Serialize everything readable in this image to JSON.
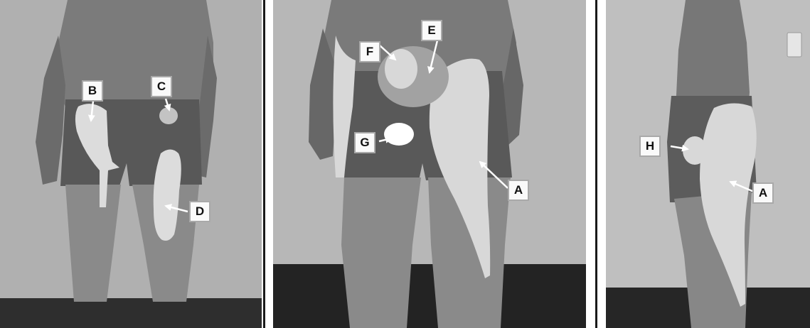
{
  "labels": {
    "a_back": "A",
    "a_side": "A",
    "b": "B",
    "c": "C",
    "d": "D",
    "e": "E",
    "f": "F",
    "g": "G",
    "h": "H"
  },
  "colors": {
    "region_light": "#dcdcdc",
    "region_mid": "#b3b3b3",
    "divider": "#1a1a1a"
  }
}
